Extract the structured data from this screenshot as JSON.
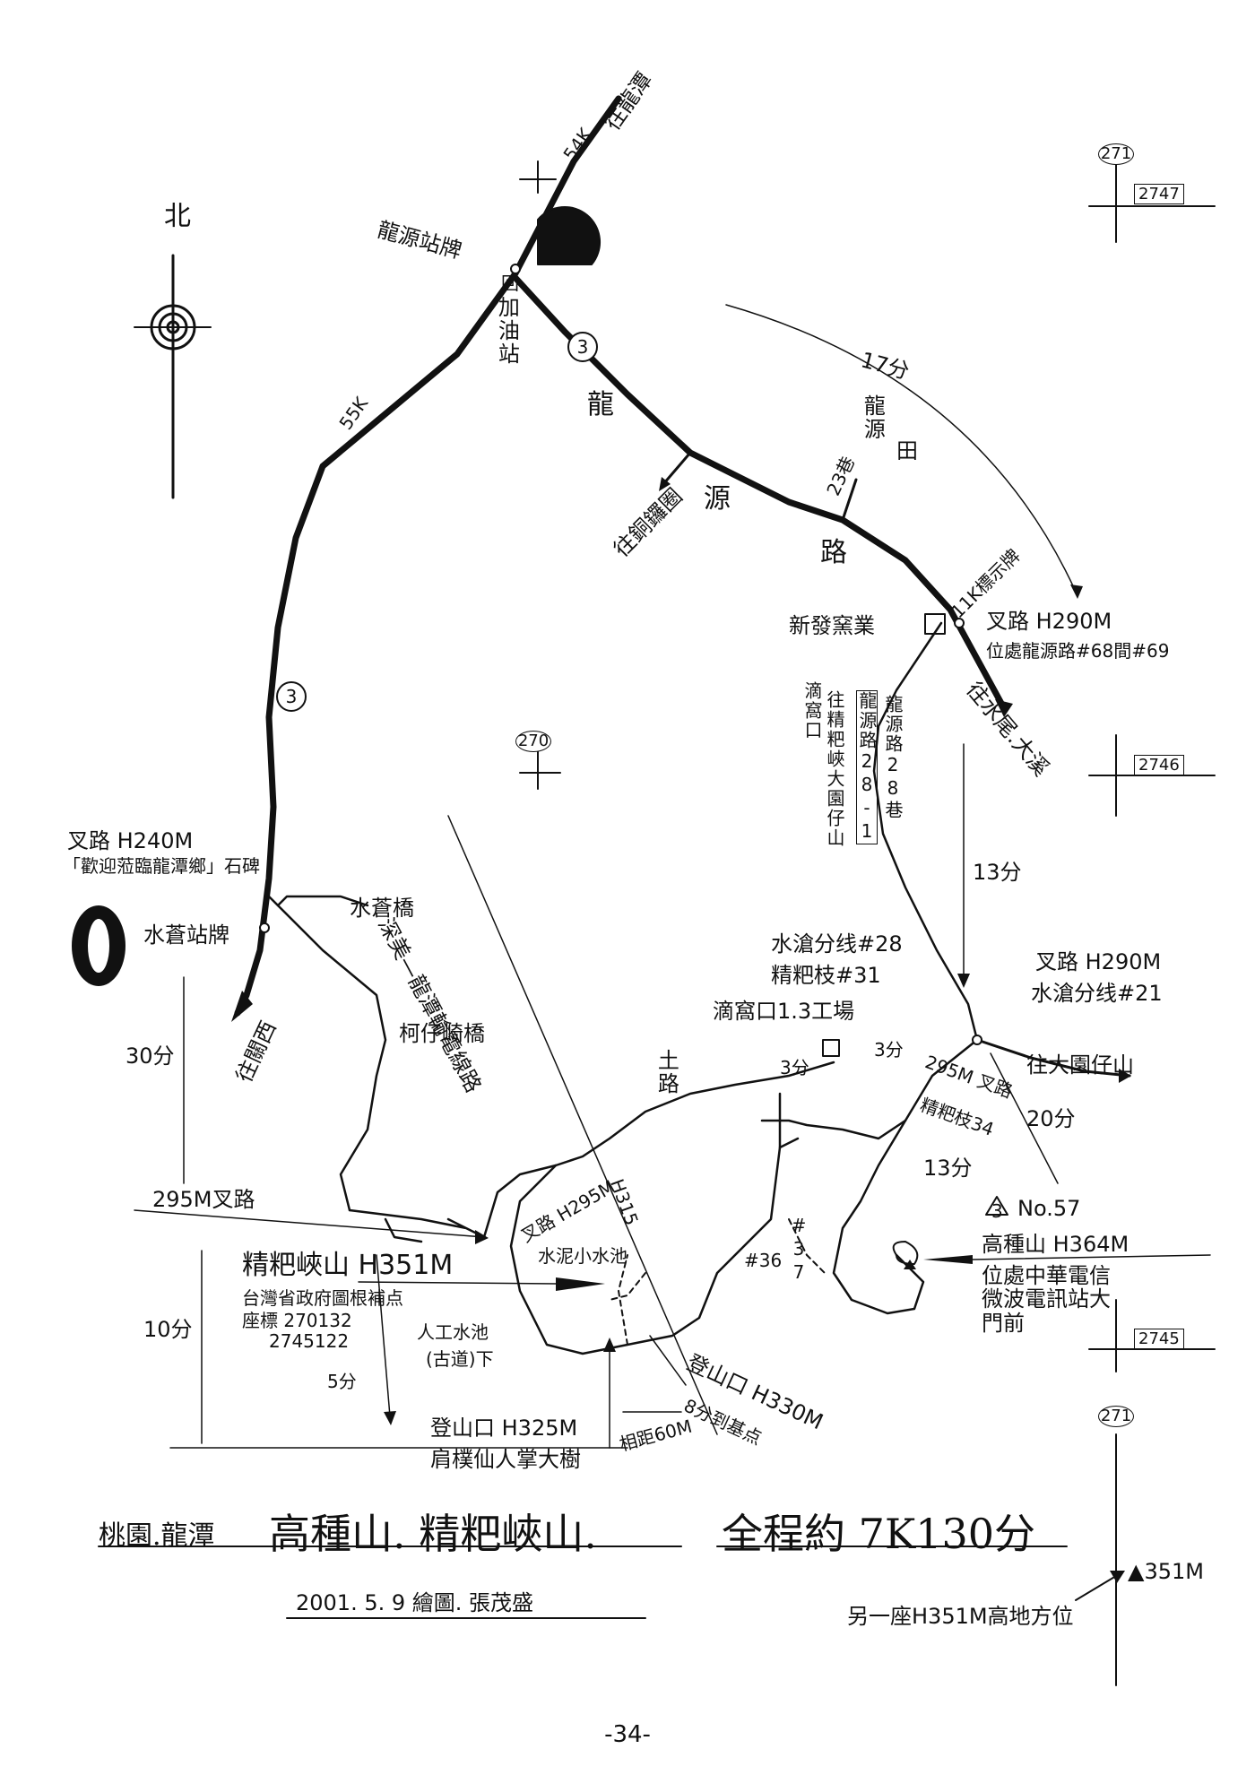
{
  "north": "北",
  "labels": {
    "to_longtan": "往龍潭",
    "km54": "54K",
    "km55": "55K",
    "longyuan_stop": "龍源站牌",
    "gas_station": "加油站",
    "gas_icon_char": "回",
    "route3_a": "3",
    "route3_b": "3",
    "road_name_1": "龍",
    "road_name_2": "源",
    "road_name_3": "路",
    "to_tongluo": "往銅鑼圈",
    "longyuan_hamlet": "龍源",
    "lane23": "23巷",
    "hamlet_icon": "田",
    "t17": "17分",
    "k11": "11K標示牌",
    "xinfa": "新發窯業",
    "fork290a": "叉路 H290M",
    "loc_longyuan": "位處龍源路#68間#69",
    "to_shuiwei": "往水尾.大溪",
    "dishui_a": "滴窩口",
    "dishui_b": "往精粑峽大園仔山",
    "house_no": "龍源路28-1",
    "house_no_b": "龍源路28巷",
    "grid270": "270",
    "grid2746": "2746",
    "grid2747": "2747",
    "grid2745": "2745",
    "grid271a": "271",
    "grid271b": "271",
    "t13a": "13分",
    "powerline": "深美—龍潭輸電線路",
    "fork240": "叉路 H240M",
    "welcome_sign": "「歡迎蒞臨龍潭鄉」石碑",
    "shuicang_stop": "水蒼站牌",
    "shuicang_bridge": "水蒼橋",
    "to_guanxi": "往關西",
    "t30": "30分",
    "kezai_bridge": "柯仔崎橋",
    "shuiwo_branch28": "水滄分线#28",
    "jingba_branch31": "精粑枝#31",
    "dishui_factory": "滴窩口1.3工場",
    "fork290b": "叉路 H290M",
    "shuiwo_branch21": "水滄分线#21",
    "to_dayuan": "往大園仔山",
    "t20": "20分",
    "t3a": "3分",
    "t3b": "3分",
    "fork295b": "295M 叉路",
    "jingba_branch34": "精粑枝34",
    "t13b": "13分",
    "tu_road": "土路",
    "fork295": "叉路 H295M",
    "h315": "H315",
    "pond": "水泥小水池",
    "tri3_no": "3",
    "no57": "No.57",
    "gaozhong": "高種山 H364M",
    "gaozhong_loc": "位處中華電信微波電訊站大門前",
    "fork295m": "295M叉路",
    "jingba_peak": "精粑峽山 H351M",
    "jingba_note1": "台灣省政府圖根補点",
    "jingba_coord1": "座標 270132",
    "jingba_coord2": "2745122",
    "t10": "10分",
    "artificial_pond": "人工水池",
    "old_trail": "(古道)下",
    "t5": "5分",
    "trailhead325": "登山口 H325M",
    "trailhead325_b": "肩樸仙人掌大樹",
    "trailhead330": "登山口 H330M",
    "trailhead330_b": "8分到基点",
    "dist60": "相距60M",
    "b36": "#36",
    "b37": "#37"
  },
  "title": {
    "region": "桃園.龍潭",
    "peaks": "高種山. 精粑峽山.",
    "total": "全程約 7K130分",
    "credit": "2001. 5. 9 繪圖. 張茂盛",
    "alt_note": "另一座H351M高地方位",
    "alt_mark": "▲351M"
  },
  "page_number": "-34-"
}
